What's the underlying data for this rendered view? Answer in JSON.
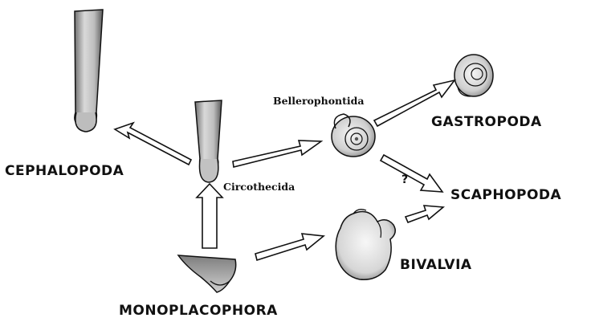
{
  "labels": {
    "cephalopoda": "CEPHALOPODA",
    "gastropoda": "GASTROPODA",
    "scaphopoda": "SCAPHOPODA",
    "bivalvia": "BIVALVIA",
    "monoplacophora": "MONOPLACOPHORA",
    "bellerophontida": "Bellerophontida",
    "circothecida": "Circothecida",
    "question_mark": "?"
  },
  "colors": {
    "ink": "#111111",
    "shell_fill": "#e8e8e8",
    "shell_shade": "#9a9a9a"
  },
  "relationships": [
    {
      "from": "Circothecida",
      "to": "CEPHALOPODA"
    },
    {
      "from": "Circothecida",
      "to": "Bellerophontida"
    },
    {
      "from": "MONOPLACOPHORA",
      "to": "Circothecida"
    },
    {
      "from": "MONOPLACOPHORA",
      "to": "BIVALVIA"
    },
    {
      "from": "Bellerophontida",
      "to": "GASTROPODA"
    },
    {
      "from": "Bellerophontida",
      "to": "SCAPHOPODA",
      "uncertain": true
    },
    {
      "from": "BIVALVIA",
      "to": "SCAPHOPODA"
    }
  ]
}
